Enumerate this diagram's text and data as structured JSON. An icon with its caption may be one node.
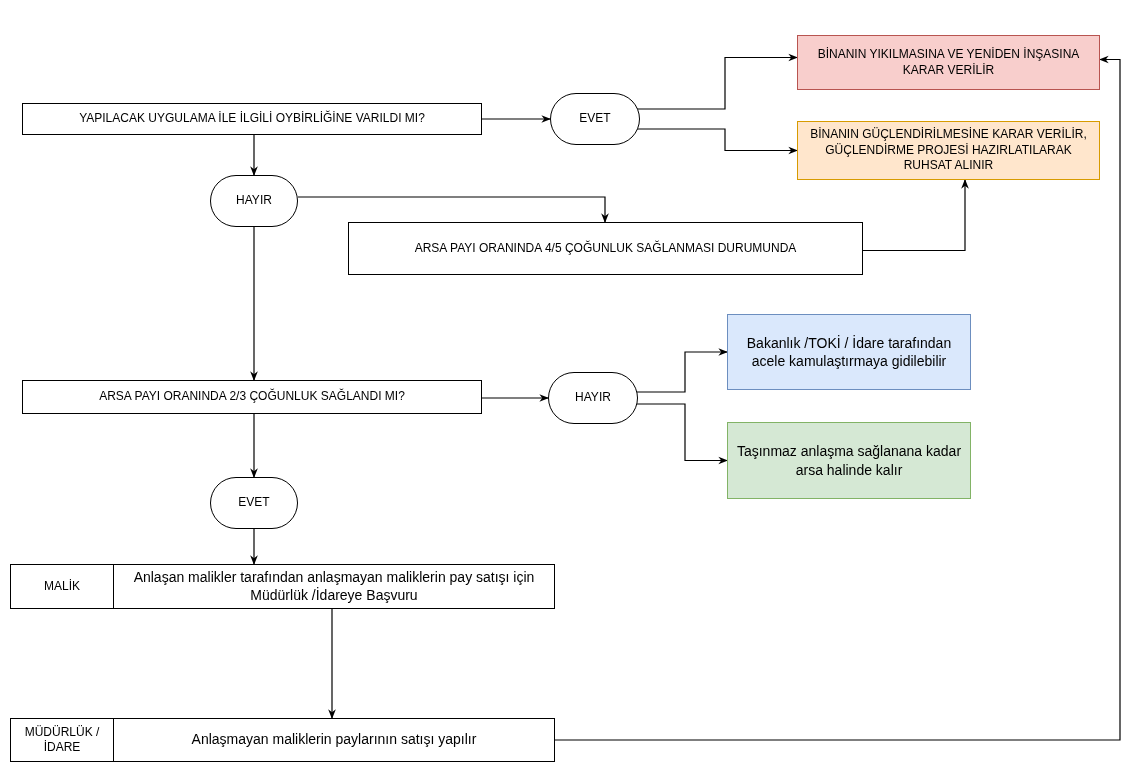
{
  "diagram": {
    "nodes": [
      {
        "text": [
          "YAPILACAK UYGULAMA İLE İLGİLİ OYBİRLİĞİNE VARILDI MI?"
        ]
      },
      {
        "text": [
          "EVET"
        ]
      },
      {
        "text": [
          "BİNANIN YIKILMASINA VE YENİDEN İNŞASINA KARAR VERİLİR"
        ]
      },
      {
        "text": [
          "BİNANIN GÜÇLENDİRİLMESİNE KARAR VERİLİR, GÜÇLENDİRME PROJESİ HAZIRLATILARAK RUHSAT ALINIR"
        ]
      },
      {
        "text": [
          "HAYIR"
        ]
      },
      {
        "text": [
          "ARSA PAYI ORANINDA 4/5 ÇOĞUNLUK SAĞLANMASI DURUMUNDA"
        ]
      },
      {
        "text": [
          "ARSA PAYI ORANINDA 2/3 ÇOĞUNLUK SAĞLANDI MI?"
        ]
      },
      {
        "text": [
          "HAYIR"
        ]
      },
      {
        "text": [
          "Bakanlık /TOKİ / İdare tarafından acele kamulaştırmaya gidilebilir"
        ]
      },
      {
        "text": [
          "Taşınmaz anlaşma sağlanana kadar arsa halinde kalır"
        ]
      },
      {
        "text": [
          "EVET"
        ]
      },
      {
        "text": [
          "MALİK",
          "Anlaşan malikler tarafından anlaşmayan maliklerin pay satışı için Müdürlük /İdareye Başvuru"
        ]
      },
      {
        "text": [
          "MÜDÜRLÜK / İDARE",
          "Anlaşmayan maliklerin paylarının satışı yapılır"
        ]
      }
    ],
    "edges": [
      {
        "from": 0,
        "to": 1,
        "arrow": "to"
      },
      {
        "from": 1,
        "to": 2,
        "arrow": "to"
      },
      {
        "from": 1,
        "to": 3,
        "arrow": "to"
      },
      {
        "from": 0,
        "to": 4,
        "arrow": "to"
      },
      {
        "from": 4,
        "to": 5,
        "arrow": "to"
      },
      {
        "from": 5,
        "to": 3,
        "arrow": "to"
      },
      {
        "from": 4,
        "to": 6,
        "arrow": "to"
      },
      {
        "from": 6,
        "to": 7,
        "arrow": "to"
      },
      {
        "from": 7,
        "to": 8,
        "arrow": "to"
      },
      {
        "from": 7,
        "to": 9,
        "arrow": "to"
      },
      {
        "from": 6,
        "to": 10,
        "arrow": "to"
      },
      {
        "from": 10,
        "to": 11,
        "arrow": "to"
      },
      {
        "from": 11,
        "to": 12,
        "arrow": "to"
      },
      {
        "from": 12,
        "to": 2,
        "arrow": "to"
      }
    ]
  }
}
